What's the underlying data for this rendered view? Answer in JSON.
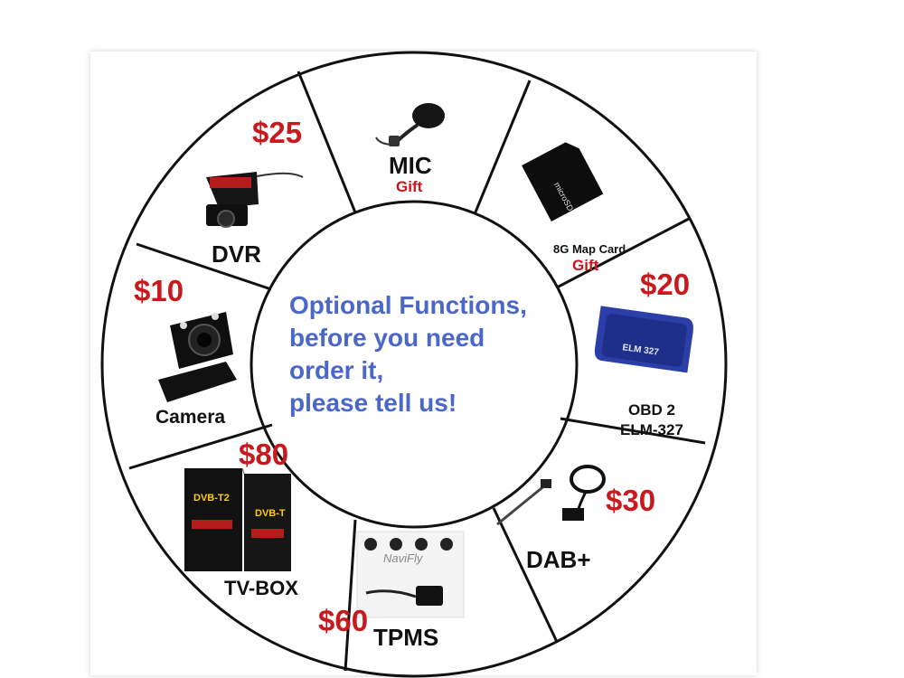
{
  "center": {
    "lines": [
      "Optional Functions,",
      "before you need",
      "order it,",
      "please tell us!"
    ]
  },
  "segments": {
    "mic": {
      "name": "MIC",
      "note": "Gift"
    },
    "map_card": {
      "name": "8G Map Card",
      "note": "Gift"
    },
    "obd": {
      "price": "$20",
      "name_line1": "OBD 2",
      "name_line2": "ELM-327"
    },
    "dab": {
      "price": "$30",
      "name": "DAB+"
    },
    "tpms": {
      "price": "$60",
      "name": "TPMS",
      "brand": "NaviFly"
    },
    "tvbox": {
      "price": "$80",
      "name": "TV-BOX",
      "box1": "DVB-T2",
      "box2": "DVB-T"
    },
    "camera": {
      "price": "$10",
      "name": "Camera"
    },
    "dvr": {
      "price": "$25",
      "name": "DVR"
    }
  },
  "colors": {
    "price": "#c8191e",
    "gift": "#d0121b",
    "center_text": "#4a67c9",
    "lines": "#111111"
  },
  "icons": [
    "microphone-icon",
    "sd-card-icon",
    "obd-adapter-icon",
    "dab-antenna-icon",
    "tpms-sensor-icon",
    "tv-box-icon",
    "camera-icon",
    "dvr-icon"
  ]
}
